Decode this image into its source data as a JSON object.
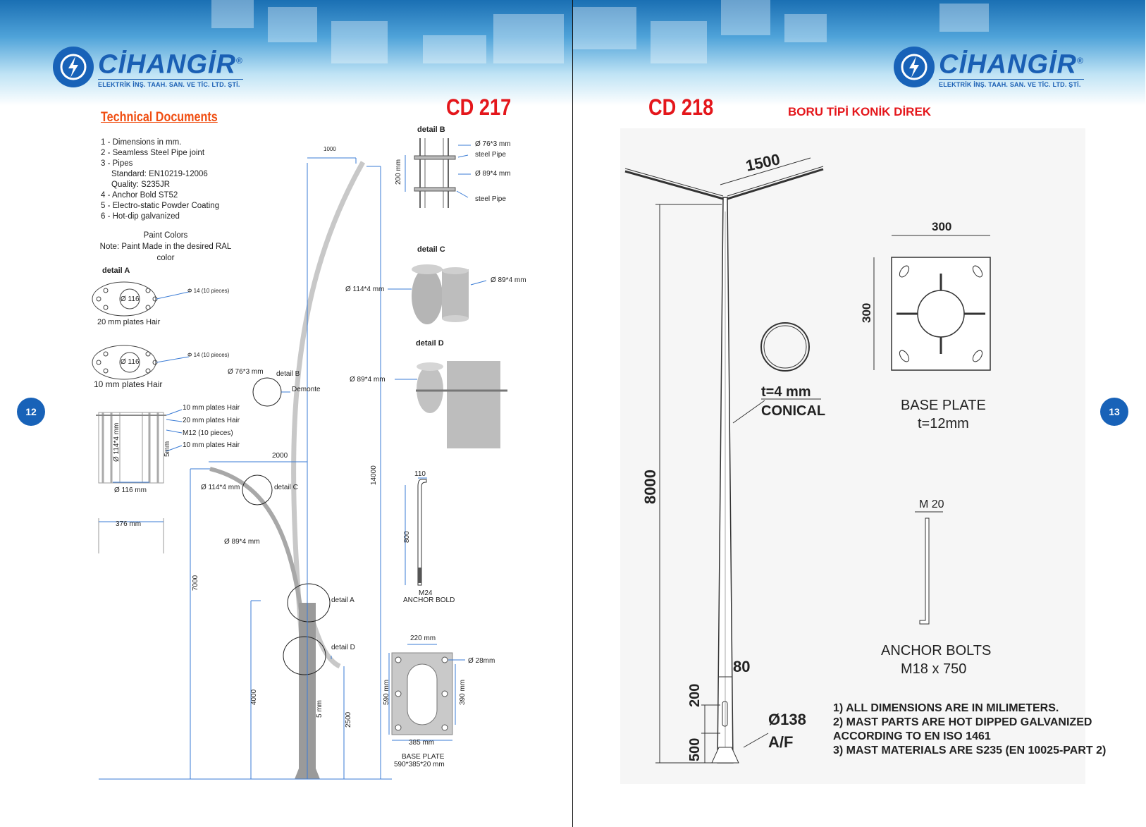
{
  "brand": {
    "name": "CİHANGİR",
    "registered": "®",
    "subtitle": "ELEKTRİK İNŞ. TAAH. SAN. VE TİC. LTD. ŞTİ."
  },
  "left_page": {
    "page_number": "12",
    "model": "CD 217",
    "section_title": "Technical Documents",
    "notes": [
      "1 - Dimensions in mm.",
      "2 - Seamless Steel Pipe joint",
      "3 - Pipes",
      "Standard: EN10219-12006",
      "Quality: S235JR",
      "4 - Anchor Bold ST52",
      "5 - Electro-static Powder Coating",
      "6 - Hot-dip galvanized"
    ],
    "paint_title": "Paint Colors",
    "paint_note": "Note: Paint Made in the desired RAL color",
    "detail_a": {
      "title": "detail A",
      "hole_1": "Φ  14 (10 pieces)",
      "hole_2": "Φ  14 (10 pieces)",
      "dia_1": "Ø 116",
      "dia_2": "Ø 116",
      "plate_1": "20 mm plates Hair",
      "plate_2": "10 mm  plates Hair",
      "side_labels": [
        "10 mm plates Hair",
        "20 mm plates Hair",
        "M12 (10 pieces)",
        "10 mm plates Hair"
      ],
      "pipe": "Ø 114*4 mm",
      "gap": "5mm",
      "base_dia": "Ø 116 mm",
      "width": "376  mm"
    },
    "pole": {
      "top_width": "1000",
      "arm_width": "2000",
      "height_total": "14000",
      "height_arm": "7000",
      "height_sleeve": "4000",
      "height_base": "2500",
      "gap": "5 mm",
      "lbl_76": "Ø 76*3 mm",
      "lbl_114": "Ø 114*4 mm",
      "lbl_89": "Ø 89*4 mm",
      "ref_b": "detail B",
      "ref_demonte": "Demonte",
      "ref_c": "detail C",
      "ref_a": "detail A",
      "ref_d": "detail D"
    },
    "detail_b": {
      "title": "detail B",
      "label_1": "Ø 76*3 mm",
      "label_2": "steel Pipe",
      "label_3": "Ø 89*4 mm",
      "label_4": "steel Pipe",
      "height": "200 mm"
    },
    "detail_c": {
      "title": "detail C",
      "left": "Ø 114*4 mm",
      "right": "Ø 89*4 mm"
    },
    "detail_d": {
      "title": "detail D",
      "left": "Ø 89*4 mm"
    },
    "anchor": {
      "hook": "110",
      "length": "800",
      "size": "M24",
      "name": "ANCHOR BOLD"
    },
    "base_plate": {
      "inner_w": "220 mm",
      "hole": "Ø 28mm",
      "outer_h": "590 mm",
      "inner_h": "390 mm",
      "outer_w": "385 mm",
      "title": "BASE PLATE",
      "spec": "590*385*20 mm"
    }
  },
  "right_page": {
    "page_number": "13",
    "model": "CD 218",
    "title": "BORU TİPİ KONİK DİREK",
    "arm_span": "1500",
    "height": "8000",
    "sleeve": "200",
    "base_h": "500",
    "top_dia": "80",
    "base_dia": "Ø138",
    "af": "A/F",
    "thickness": "t=4 mm",
    "conical": "CONICAL",
    "plate_w": "300",
    "plate_h": "300",
    "plate_title": "BASE PLATE",
    "plate_t": "t=12mm",
    "bolt_size": "M 20",
    "bolts_title": "ANCHOR BOLTS",
    "bolts_spec": "M18 x 750",
    "notes": [
      "1) ALL DIMENSIONS ARE IN MILIMETERS.",
      "2) MAST PARTS ARE HOT DIPPED GALVANIZED",
      "ACCORDING TO EN ISO 1461",
      "3) MAST MATERIALS ARE S235 (EN 10025-PART 2)"
    ]
  }
}
